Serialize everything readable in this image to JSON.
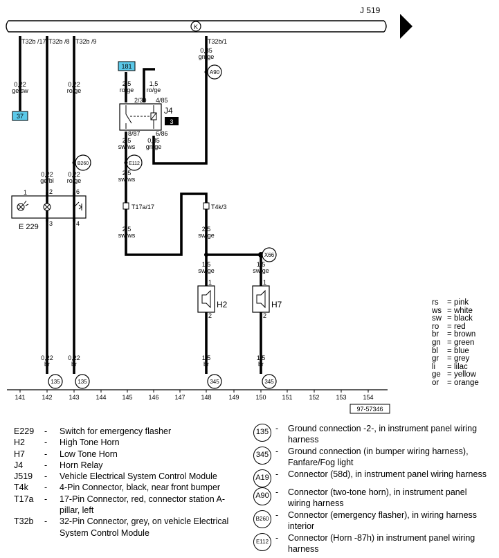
{
  "diagram": {
    "module_label": "J 519",
    "module_symbol": "K",
    "terminals": {
      "t32b_17": "T32b /17",
      "t32b_8": "T32b /8",
      "t32b_9": "T32b /9",
      "t32b_1": "T32b/1",
      "t17a_17": "T17a/17",
      "t4k_3": "T4k/3"
    },
    "wires": {
      "w1": [
        "0,22",
        "ge/sw"
      ],
      "w2": [
        "0,22",
        "ge/bl"
      ],
      "w3": [
        "0,22",
        "ro/ge"
      ],
      "w3b": [
        "0,22",
        "ro/ge"
      ],
      "w4": [
        "0,35",
        "gn/ge"
      ],
      "w5": [
        "2,5",
        "ro/ge"
      ],
      "w6": [
        "1,5",
        "ro/ge"
      ],
      "w7": [
        "2,5",
        "sw/ws"
      ],
      "w8": [
        "0,35",
        "gn/ge"
      ],
      "w9": [
        "2,5",
        "sw/ws"
      ],
      "w10": [
        "2,5",
        "sw/ws"
      ],
      "w11": [
        "2,5",
        "sw/ge"
      ],
      "w12": [
        "1,5",
        "sw/ge"
      ],
      "w13": [
        "1,5",
        "sw/ge"
      ],
      "w14": [
        "0,22",
        "br"
      ],
      "w15": [
        "0,22",
        "br"
      ],
      "w16": [
        "1,5",
        "br"
      ],
      "w17": [
        "1,5",
        "br"
      ]
    },
    "refs": {
      "r37": "37",
      "r181": "181",
      "r3": "3"
    },
    "connectors": {
      "a90": "A90",
      "b260": "B260",
      "e112": "E112",
      "x66": "X66",
      "g135a": "135",
      "g135b": "135",
      "g345a": "345",
      "g345b": "345"
    },
    "components": {
      "e229": "E 229",
      "j4": "J4",
      "h2": "H2",
      "h7": "H7"
    },
    "pins": {
      "e229_1": "1",
      "e229_2": "2",
      "e229_6": "6",
      "e229_3": "3",
      "e229_4": "4",
      "j4_230": "2/30",
      "j4_485": "4/85",
      "j4_887": "8/87",
      "j4_686": "6/86",
      "h2_1": "1",
      "h2_2": "2",
      "h7_1": "1",
      "h7_2": "2"
    },
    "grid_numbers": [
      "141",
      "142",
      "143",
      "144",
      "145",
      "146",
      "147",
      "148",
      "149",
      "150",
      "151",
      "152",
      "153",
      "154"
    ],
    "doc_number": "97-57346"
  },
  "color_codes": [
    {
      "code": "rs",
      "name": "pink"
    },
    {
      "code": "ws",
      "name": "white"
    },
    {
      "code": "sw",
      "name": "black"
    },
    {
      "code": "ro",
      "name": "red"
    },
    {
      "code": "br",
      "name": "brown"
    },
    {
      "code": "gn",
      "name": "green"
    },
    {
      "code": "bl",
      "name": "blue"
    },
    {
      "code": "gr",
      "name": "grey"
    },
    {
      "code": "li",
      "name": "lilac"
    },
    {
      "code": "ge",
      "name": "yellow"
    },
    {
      "code": "or",
      "name": "orange"
    }
  ],
  "legend_components": [
    {
      "code": "E229",
      "desc": "Switch for emergency flasher"
    },
    {
      "code": "H2",
      "desc": "High Tone Horn"
    },
    {
      "code": "H7",
      "desc": "Low Tone Horn"
    },
    {
      "code": "J4",
      "desc": "Horn Relay"
    },
    {
      "code": "J519",
      "desc": "Vehicle Electrical System Control Module"
    },
    {
      "code": "T4k",
      "desc": "4-Pin Connector, black, near front bumper"
    },
    {
      "code": "T17a",
      "desc": "17-Pin Connector, red, connector station A-pillar, left"
    },
    {
      "code": "T32b",
      "desc": "32-Pin Connector, grey, on vehicle Electrical System Control Module"
    }
  ],
  "legend_connections": [
    {
      "symbol": "135",
      "desc": "Ground connection -2-, in instrument panel wiring harness"
    },
    {
      "symbol": "345",
      "desc": "Ground connection (in bumper wiring harness), Fanfare/Fog light"
    },
    {
      "symbol": "A19",
      "desc": "Connector (58d), in instrument panel wiring harness"
    },
    {
      "symbol": "A90",
      "desc": "Connector (two-tone horn), in instrument panel wiring harness"
    },
    {
      "symbol": "B260",
      "desc": "Connector (emergency flasher), in wiring harness interior"
    },
    {
      "symbol": "E112",
      "desc": "Connector (Horn -87h) in instrument panel wiring harness"
    }
  ],
  "colors": {
    "ink": "#000000",
    "ref_box": "#5bc8e8"
  }
}
